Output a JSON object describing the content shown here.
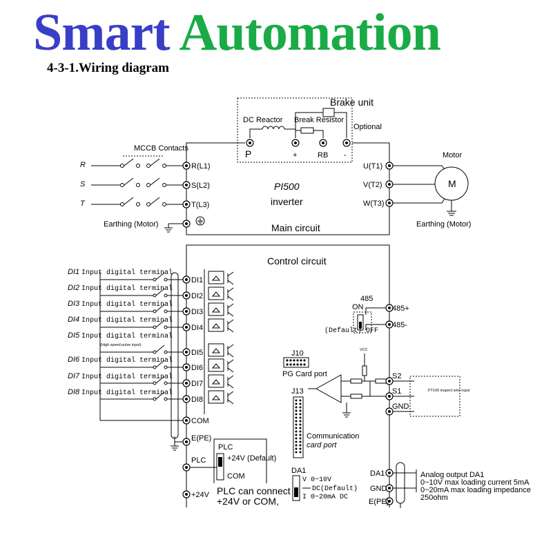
{
  "brand": {
    "word1": "Smart",
    "word2": "Automation"
  },
  "heading": "4-3-1.Wiring diagram",
  "main": {
    "brake_unit": "Brake unit",
    "dc_reactor": "DC Reactor",
    "break_resistor": "Break Resistor",
    "optional": "Optional",
    "mccb": "MCCB Contacts",
    "terminal_p": "P",
    "terminal_plus": "+",
    "terminal_rb": "RB",
    "terminal_minus": "-",
    "phases": [
      "R",
      "S",
      "T"
    ],
    "inputs": [
      "R(L1)",
      "S(L2)",
      "T(L3)"
    ],
    "outputs": [
      "U(T1)",
      "V(T2)",
      "W(T3)"
    ],
    "motor_label": "Motor",
    "motor_symbol": "M",
    "earthing_left": "Earthing (Motor)",
    "earthing_right": "Earthing (Motor)",
    "model": "PI500",
    "device": "inverter",
    "main_circuit": "Main circuit"
  },
  "control": {
    "title": "Control circuit",
    "di_terminals": [
      {
        "id": "DI1",
        "desc": "Input digital terminal",
        "term": "DI1"
      },
      {
        "id": "DI2",
        "desc": "Input digital terminal",
        "term": "DI2"
      },
      {
        "id": "DI3",
        "desc": "Input digital terminal",
        "term": "DI3"
      },
      {
        "id": "DI4",
        "desc": "Input digital terminal",
        "term": "DI4"
      },
      {
        "id": "DI5",
        "desc": "Input digital terminal",
        "term": "DI5",
        "note": "(High speed pulse input)"
      },
      {
        "id": "DI6",
        "desc": "Input digital terminal",
        "term": "DI6"
      },
      {
        "id": "DI7",
        "desc": "Input digital terminal",
        "term": "DI7"
      },
      {
        "id": "DI8",
        "desc": "Input digital terminal",
        "term": "DI8"
      }
    ],
    "com": "COM",
    "epe": "E(PE)",
    "plc": "PLC",
    "plc_box": "PLC",
    "plc_24v_default": "+24V (Default)",
    "plc_com": "COM",
    "p24v": "+24V",
    "plc_note_1": "PLC can connect",
    "plc_note_2": "+24V or COM,",
    "rs485_header": "485",
    "rs485_on": "ON",
    "rs485_off": "(Default) OFF",
    "rs485_plus": "485+",
    "rs485_minus": "485-",
    "j10": "J10",
    "pg_card": "PG Card port",
    "j13": "J13",
    "comm_1": "Communication",
    "comm_2": "card port",
    "vcc": "VCC",
    "s2": "S2",
    "s1": "S1",
    "gnd": "GND",
    "pt100": "PT100 inspect wire input",
    "da1_header": "DA1",
    "da1_v": "V 0~10V",
    "da1_dc": "DC(Default)",
    "da1_i": "I 0~20mA DC",
    "da1": "DA1",
    "gnd2": "GND",
    "epe2": "E(PE)",
    "analog_1": "Analog output DA1",
    "analog_2": "0~10V max loading current 5mA",
    "analog_3": "0~20mA max loading impedance",
    "analog_4": "250ohm"
  }
}
